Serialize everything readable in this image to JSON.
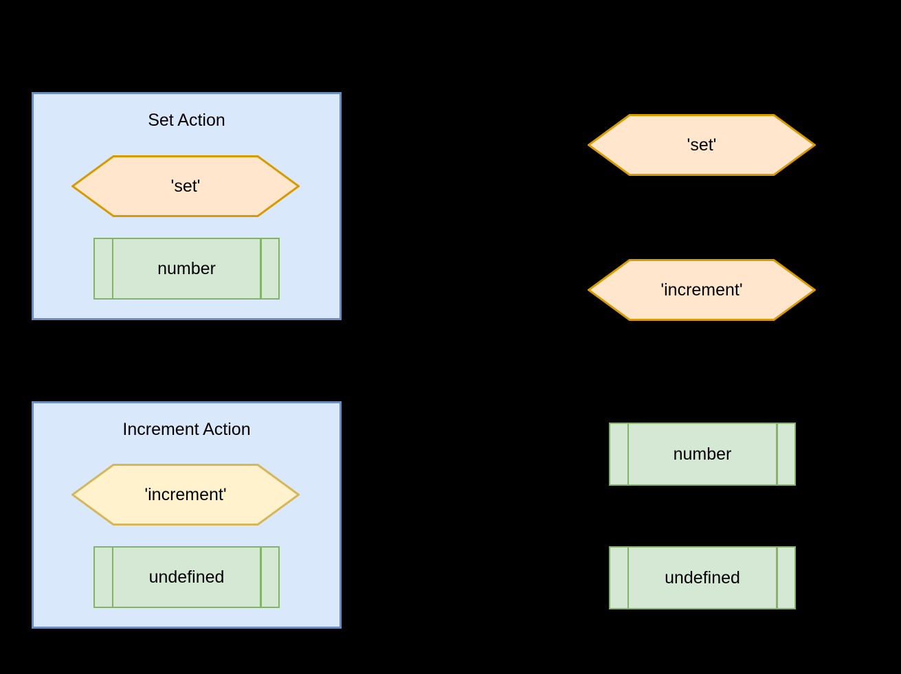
{
  "colors": {
    "background": "#000000",
    "group-fill": "#dae8fc",
    "group-stroke": "#6c8ebf",
    "hex-orange-fill": "#ffe6cc",
    "hex-orange-stroke": "#d79b00",
    "hex-yellow-fill": "#fff2cc",
    "hex-yellow-stroke": "#d6b656",
    "process-fill": "#d5e8d4",
    "process-stroke": "#82b366",
    "text": "#000000"
  },
  "diagram": {
    "set_group": {
      "title": "Set Action",
      "hexagon_label": "'set'",
      "process_label": "number"
    },
    "increment_group": {
      "title": "Increment Action",
      "hexagon_label": "'increment'",
      "process_label": "undefined"
    },
    "right_column": {
      "hexagons": [
        {
          "label": "'set'"
        },
        {
          "label": "'increment'"
        }
      ],
      "processes": [
        {
          "label": "number"
        },
        {
          "label": "undefined"
        }
      ]
    }
  }
}
